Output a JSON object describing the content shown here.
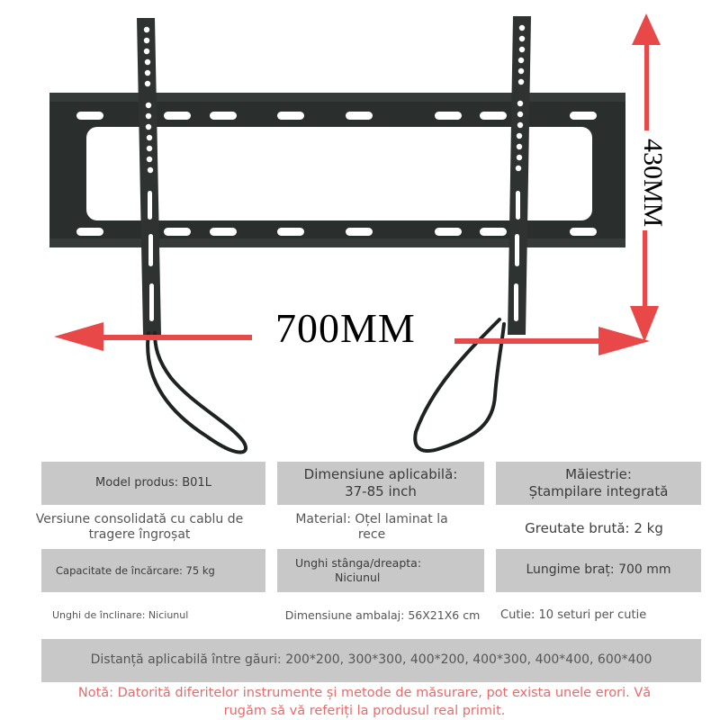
{
  "product_image": {
    "alt": "Black fixed TV wall mount bracket with two vertical arms and pull straps",
    "colors": {
      "bracket": "#262a28",
      "arrow": "#e84848",
      "background": "#ffffff"
    },
    "dimensions": {
      "width_label": "700MM",
      "height_label": "430MM"
    }
  },
  "specs": {
    "row1": [
      {
        "label": "Model produs: B01L"
      },
      {
        "label": "Dimensiune aplicabilă: 37-85 inch",
        "line1": "Dimensiune aplicabilă:",
        "line2": "37-85 inch"
      },
      {
        "label": "Măiestrie: Ștampilare integrată",
        "line1": "Măiestrie:",
        "line2": "Ștampilare integrată"
      }
    ],
    "row2": [
      {
        "label": "Versiune consolidată cu cablu de tragere îngroșat",
        "line1": "Versiune consolidată cu cablu de",
        "line2": "tragere îngroșat"
      },
      {
        "label": "Material: Oțel laminat la rece",
        "line1": "Material: Oțel laminat la",
        "line2": "rece"
      },
      {
        "label": "Greutate brută: 2 kg"
      }
    ],
    "row3": [
      {
        "label": "Capacitate de încărcare: 75 kg"
      },
      {
        "label": "Unghi stânga/dreapta: Niciunul",
        "line1": "Unghi stânga/dreapta:",
        "line2": "Niciunul"
      },
      {
        "label": "Lungime braț: 700 mm"
      }
    ],
    "row4": [
      {
        "label": "Unghi de înclinare: Niciunul"
      },
      {
        "label": "Dimensiune ambalaj: 56X21X6 cm"
      },
      {
        "label": "Cutie: 10 seturi per cutie"
      }
    ],
    "hole_distance": "Distanță aplicabilă între găuri: 200*200, 300*300, 400*200, 400*300, 400*400, 600*400"
  },
  "note": {
    "line1": "Notă: Datorită diferitelor instrumente și metode de măsurare, pot exista unele erori. Vă",
    "line2": "rugăm să vă referiți la produsul real primit.",
    "color": "#e86a6a"
  },
  "colors": {
    "spec_box_bg": "#c8c8c8",
    "spec_text": "#3a3a3a"
  }
}
